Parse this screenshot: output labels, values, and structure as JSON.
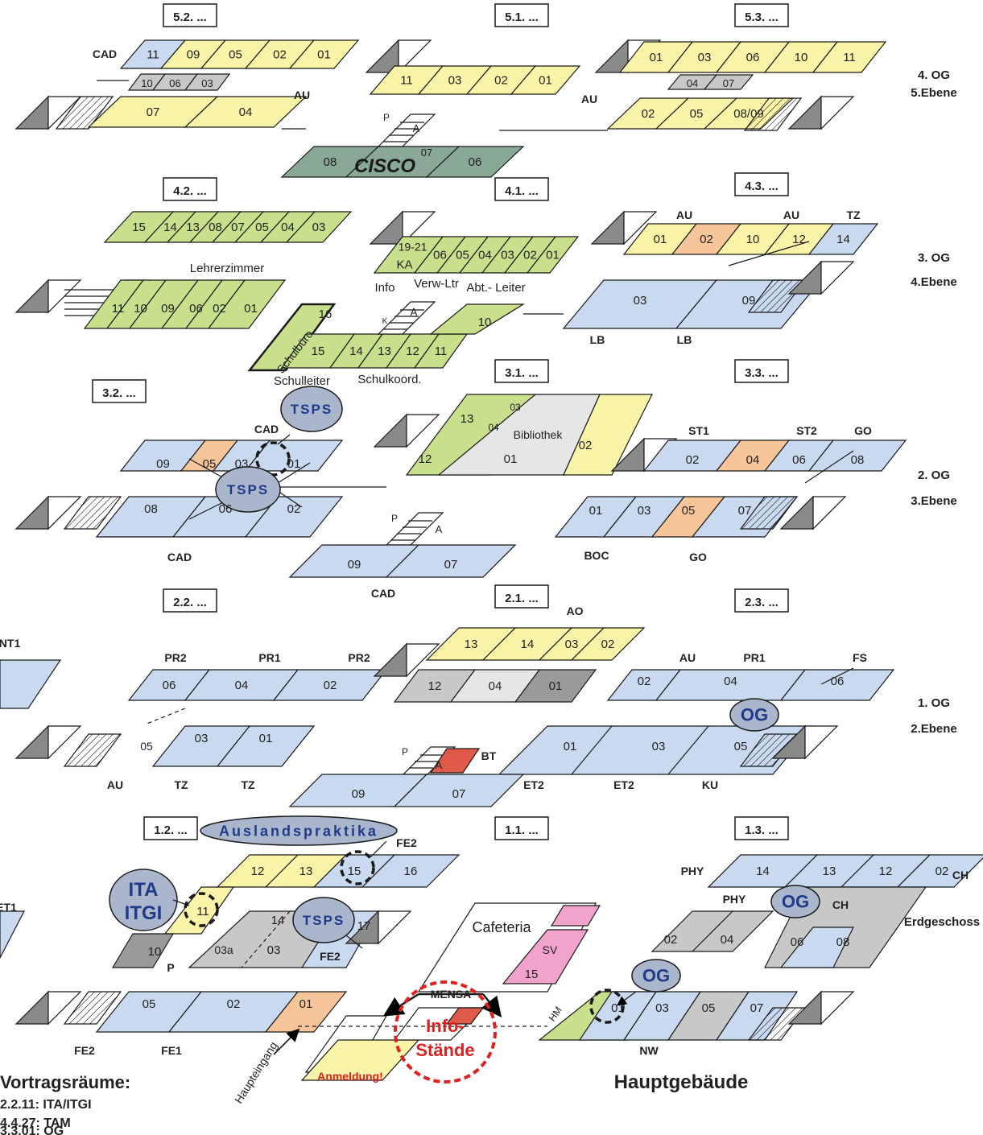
{
  "colors": {
    "blue": "#c9d9ef",
    "yellow": "#f9f4a8",
    "green": "#c8df8c",
    "grey": "#c8c8c8",
    "darkgrey": "#9a9a9a",
    "lightgrey": "#e6e6e6",
    "orange": "#f7c59a",
    "pink": "#f2a3cc",
    "cisco": "#8aa896",
    "red": "#e02020",
    "bubble": "#a9b6cc",
    "textblue": "#1f3a8a"
  },
  "levels": [
    {
      "id": "og4",
      "floor": "4. OG",
      "ebene": "5.Ebene"
    },
    {
      "id": "og3",
      "floor": "3. OG",
      "ebene": "4.Ebene"
    },
    {
      "id": "og2",
      "floor": "2. OG",
      "ebene": "3.Ebene"
    },
    {
      "id": "og1",
      "floor": "1. OG",
      "ebene": "2.Ebene"
    },
    {
      "id": "eg",
      "floor": "Erdgeschoss"
    }
  ],
  "sections": [
    "5.2. ...",
    "5.1. ...",
    "5.3. ...",
    "4.2. ...",
    "4.1. ...",
    "4.3. ...",
    "3.2. ...",
    "3.1. ...",
    "3.3. ...",
    "2.2. ...",
    "2.1. ...",
    "2.3. ...",
    "1.2. ...",
    "1.1. ...",
    "1.3. ..."
  ],
  "area_labels": {
    "og4": [
      "CAD",
      "AU",
      "AU"
    ],
    "og3": [
      "Lehrerzimmer",
      "Info",
      "Verw-Ltr",
      "Abt.- Leiter",
      "AU",
      "AU",
      "TZ",
      "LB",
      "LB",
      "Schulleiter",
      "Schulkoord.",
      "Schulbüro"
    ],
    "og2": [
      "CAD",
      "CAD",
      "CAD",
      "ST1",
      "ST2",
      "GO",
      "BOC",
      "GO",
      "Bibliothek"
    ],
    "og1": [
      "NT1",
      "PR2",
      "PR1",
      "PR2",
      "AO",
      "AU",
      "PR1",
      "FS",
      "AU",
      "TZ",
      "TZ",
      "ET2",
      "ET2",
      "KU",
      "BT"
    ],
    "eg": [
      "FE2",
      "ET1",
      "P",
      "FE2",
      "PHY",
      "PHY",
      "CH",
      "CH",
      "FE2",
      "FE1",
      "MENSA",
      "NW",
      "Cafeteria",
      "SV",
      "HM",
      "Haupteingang",
      "Anmeldung!",
      "Info-",
      "Stände"
    ]
  },
  "rooms": {
    "og4": [
      "11",
      "09",
      "05",
      "02",
      "01",
      "10",
      "06",
      "03",
      "11",
      "03",
      "02",
      "01",
      "01",
      "03",
      "06",
      "10",
      "11",
      "04",
      "07",
      "07",
      "04",
      "02",
      "05",
      "08/09",
      "08",
      "07",
      "06"
    ],
    "og3": [
      "15",
      "14",
      "13",
      "08",
      "07",
      "05",
      "04",
      "03",
      "19-21",
      "KA",
      "06",
      "05",
      "04",
      "03",
      "02",
      "01",
      "01",
      "02",
      "10",
      "12",
      "14",
      "11",
      "10",
      "09",
      "06",
      "02",
      "01",
      "16",
      "15",
      "14",
      "13",
      "12",
      "11",
      "10",
      "03",
      "09"
    ],
    "og2": [
      "09",
      "05",
      "03",
      "01",
      "08",
      "06",
      "02",
      "13",
      "03",
      "04",
      "12",
      "01",
      "02",
      "02",
      "04",
      "06",
      "08",
      "01",
      "03",
      "05",
      "07",
      "09",
      "07"
    ],
    "og1": [
      "06",
      "04",
      "02",
      "13",
      "14",
      "03",
      "02",
      "12",
      "04",
      "01",
      "02",
      "04",
      "06",
      "05",
      "03",
      "01",
      "01",
      "03",
      "05",
      "09",
      "07"
    ],
    "eg": [
      "12",
      "13",
      "15",
      "16",
      "11",
      "14",
      "17",
      "10",
      "03a",
      "03",
      "15",
      "14",
      "13",
      "12",
      "02",
      "04",
      "06",
      "08",
      "05",
      "02",
      "01",
      "01",
      "03",
      "05",
      "07"
    ]
  },
  "stairs": [
    "P",
    "A",
    "K"
  ],
  "brand": "CISCO",
  "bubbles": [
    "TSPS",
    "TSPS",
    "TSPS",
    "OG",
    "OG",
    "OG",
    "Auslandspraktika",
    "ITA",
    "ITGI"
  ],
  "building": "Hauptgebäude",
  "vortrag": {
    "title": "Vortragsräume:",
    "items": [
      "2.2.11: ITA/ITGI",
      "4.4.27: TAM",
      "3.3.01: OG"
    ]
  }
}
